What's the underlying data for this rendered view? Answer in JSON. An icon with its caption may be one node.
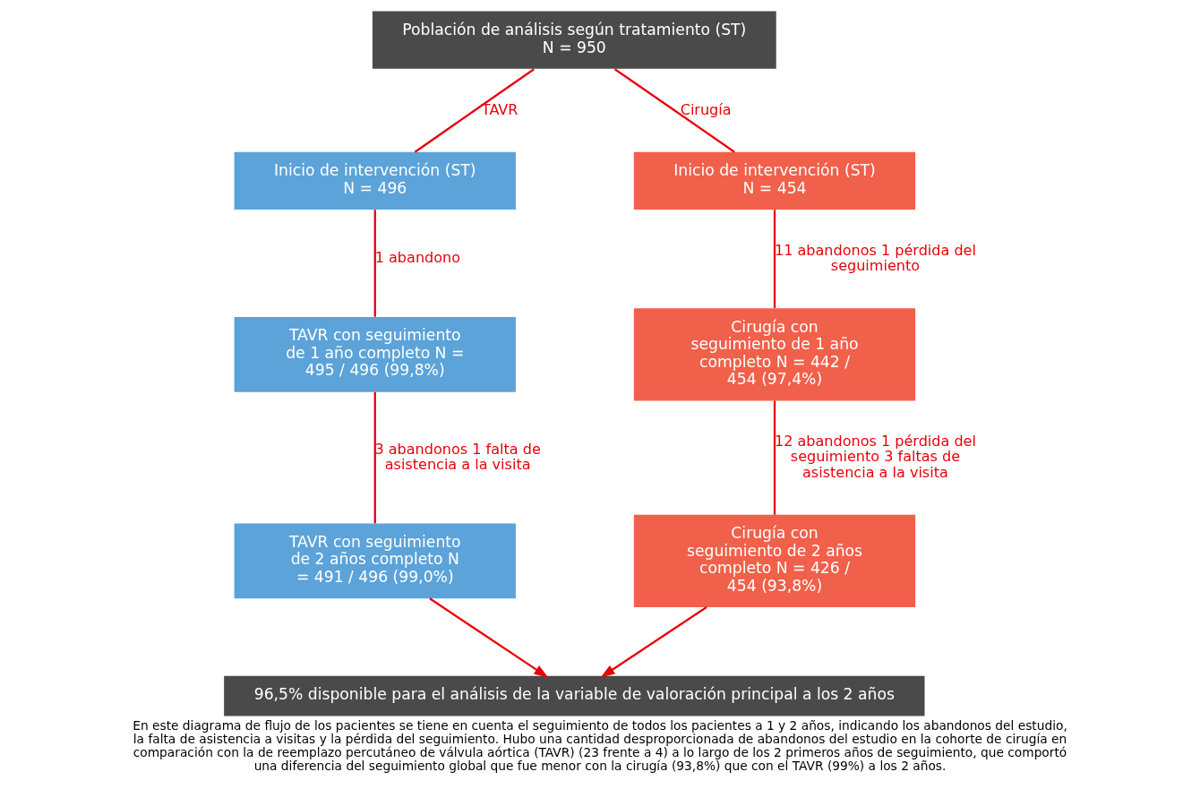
{
  "diagram": {
    "caption": "En este diagrama de flujo de los pacientes se tiene en cuenta el seguimiento de todos los pacientes a 1 y 2 años, indicando los abandonos del estudio, la falta de asistencia a visitas y la pérdida del seguimiento. Hubo una cantidad desproporcionada de abandonos del estudio en la cohorte de cirugía en comparación con la de reemplazo percutáneo de válvula aórtica (TAVR) (23 frente a 4) a lo largo de los 2 primeros años de seguimiento, que comportó una diferencia del seguimiento global que fue menor con la cirugía (93,8%) que con el TAVR (99%) a los 2 años.",
    "nodes": [
      {
        "text": [
          "Población de análisis según tratamiento (ST) N = 950"
        ]
      },
      {
        "text": [
          "Inicio de intervención (ST) N = 496"
        ]
      },
      {
        "text": [
          "Inicio de intervención (ST) N = 454"
        ]
      },
      {
        "text": [
          "TAVR con seguimiento de 1 año completo N = 495 / 496 (99,8%)"
        ]
      },
      {
        "text": [
          "Cirugía con seguimiento de 1 año completo N = 442 / 454 (97,4%)"
        ]
      },
      {
        "text": [
          "TAVR con seguimiento de 2 años completo N = 491 / 496 (99,0%)"
        ]
      },
      {
        "text": [
          "Cirugía con seguimiento de 2 años completo N = 426 / 454 (93,8%)"
        ]
      },
      {
        "text": [
          "96,5% disponible para el análisis de la variable de valoración principal a los 2 años"
        ]
      }
    ],
    "edges": [
      {
        "from": 0,
        "to": 1,
        "arrow": "none",
        "label": "TAVR"
      },
      {
        "from": 0,
        "to": 2,
        "arrow": "none",
        "label": "Cirugía"
      },
      {
        "from": 1,
        "to": 3,
        "arrow": "none",
        "label": "1 abandono"
      },
      {
        "from": 2,
        "to": 4,
        "arrow": "none",
        "label": "11 abandonos 1 pérdida del seguimiento"
      },
      {
        "from": 3,
        "to": 5,
        "arrow": "none",
        "label": "3 abandonos 1 falta de asistencia a la visita"
      },
      {
        "from": 4,
        "to": 6,
        "arrow": "none",
        "label": "12 abandonos 1 pérdida del seguimiento 3 faltas de asistencia a la visita"
      },
      {
        "from": 5,
        "to": 7,
        "arrow": "to"
      },
      {
        "from": 6,
        "to": 7,
        "arrow": "to"
      }
    ]
  }
}
